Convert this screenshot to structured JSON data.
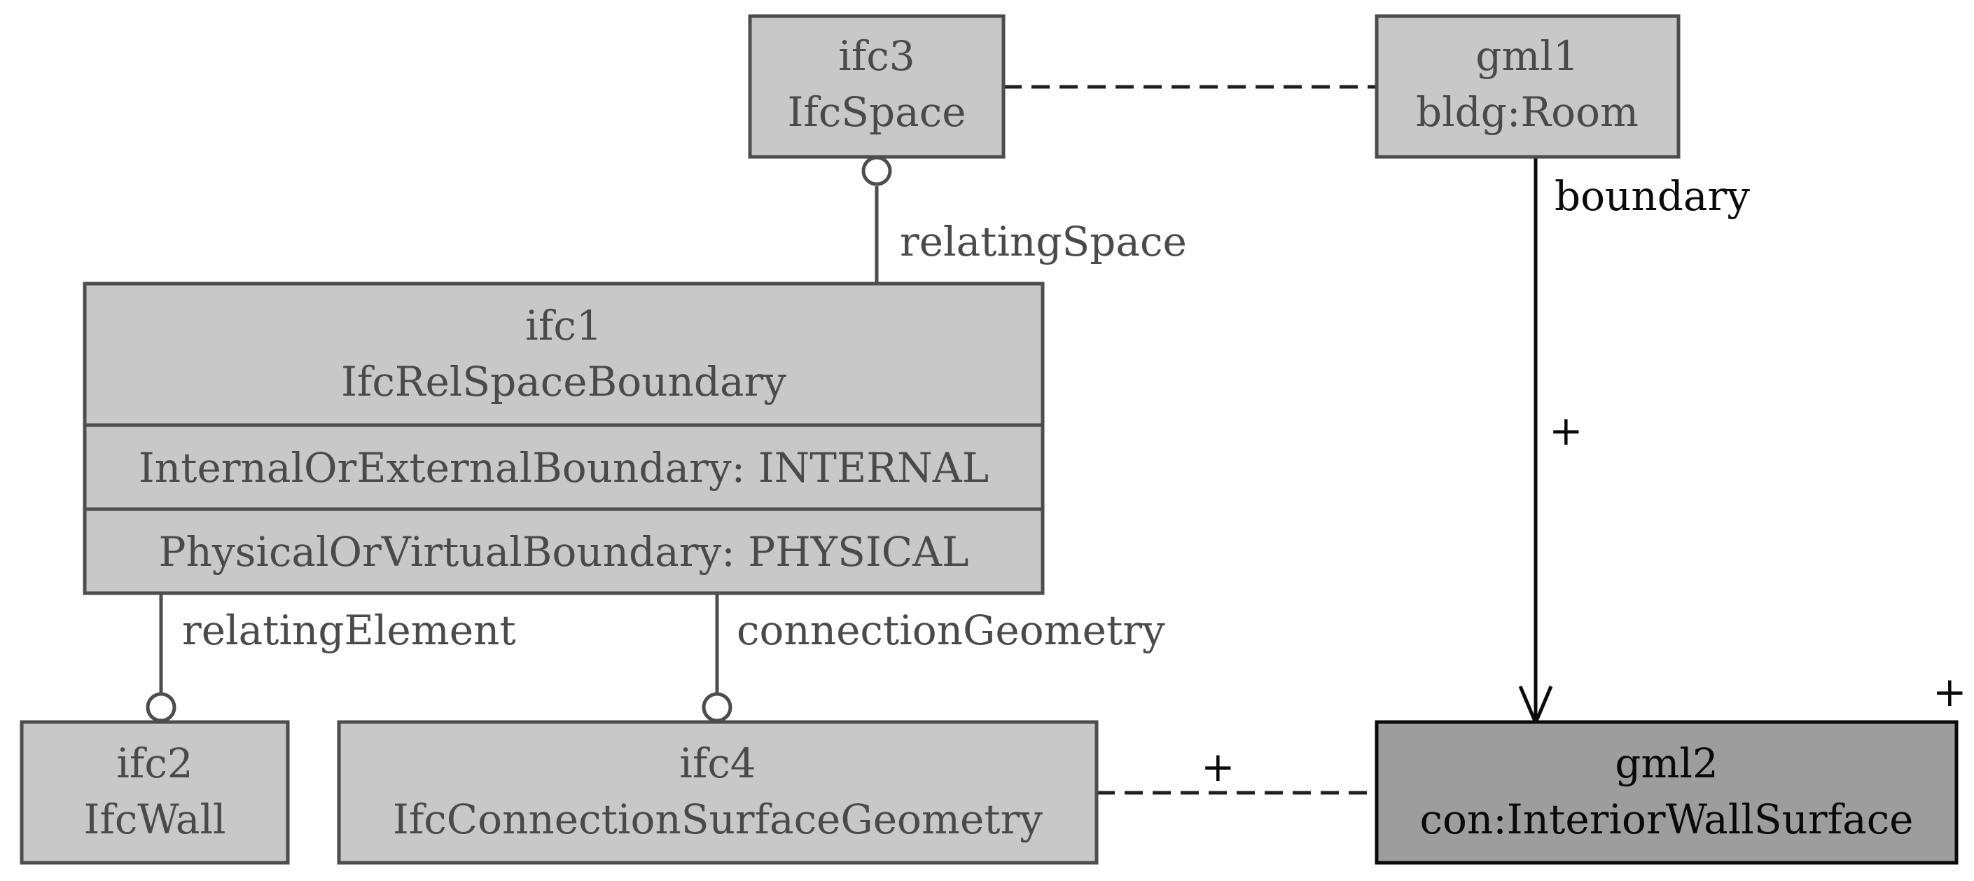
{
  "nodes": {
    "ifc3": {
      "id": "ifc3",
      "type": "IfcSpace"
    },
    "gml1": {
      "id": "gml1",
      "type": "bldg:Room"
    },
    "ifc1": {
      "id": "ifc1",
      "type": "IfcRelSpaceBoundary",
      "attr1": "InternalOrExternalBoundary: INTERNAL",
      "attr2": "PhysicalOrVirtualBoundary: PHYSICAL"
    },
    "ifc2": {
      "id": "ifc2",
      "type": "IfcWall"
    },
    "ifc4": {
      "id": "ifc4",
      "type": "IfcConnectionSurfaceGeometry"
    },
    "gml2": {
      "id": "gml2",
      "type": "con:InteriorWallSurface"
    }
  },
  "edges": {
    "relating_space": "relatingSpace",
    "relating_element": "relatingElement",
    "connection_geometry": "connectionGeometry",
    "boundary": "boundary",
    "boundary_multiplicity": "+",
    "ifc4_gml2_multiplicity": "+",
    "gml2_multiplicity": "+"
  },
  "colors": {
    "box_fill": "#c8c8c8",
    "box_stroke": "#4d4d4d",
    "highlight_fill": "#9d9d9d",
    "highlight_stroke": "#0a0a0a"
  }
}
